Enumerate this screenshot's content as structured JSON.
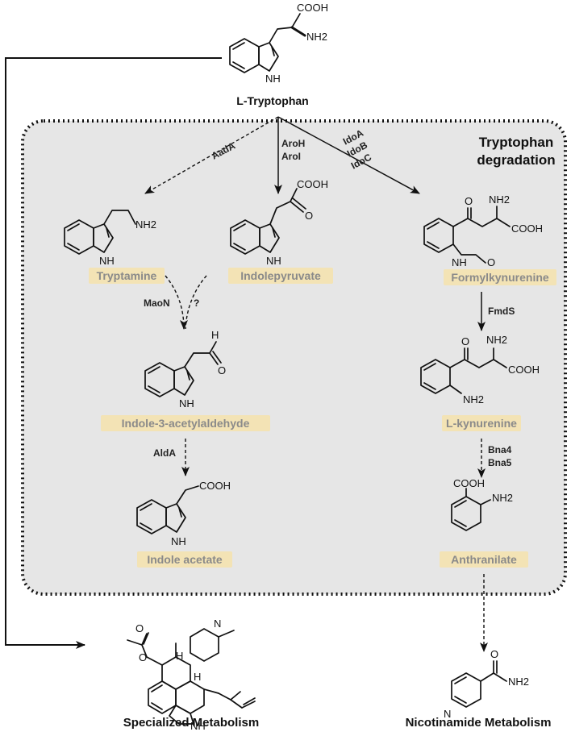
{
  "panel": {
    "title_line1": "Tryptophan",
    "title_line2": "degradation",
    "fill": "#e6e6e6",
    "border": "#111111"
  },
  "compounds": {
    "tryptophan": "L-Tryptophan",
    "tryptamine": "Tryptamine",
    "indolepyruvate": "Indolepyruvate",
    "formylkynurenine": "Formylkynurenine",
    "indole_acetaldehyde": "Indole-3-acetylaldehyde",
    "l_kynurenine": "L-kynurenine",
    "indole_acetate": "Indole acetate",
    "anthranilate": "Anthranilate",
    "label_highlight": "#f3e3b5"
  },
  "enzymes": {
    "aada": "AadA",
    "aroh": "AroH",
    "aroi": "AroI",
    "idoa": "IdoA",
    "idob": "IdoB",
    "idoc": "IdoC",
    "maon": "MaoN",
    "unknown": "?",
    "fmds": "FmdS",
    "alda": "AldA",
    "bna4": "Bna4",
    "bna5": "Bna5"
  },
  "groups": {
    "cooh": "COOH",
    "nh2": "NH2",
    "nh": "NH",
    "h": "H",
    "n": "N",
    "o": "O"
  },
  "outputs": {
    "specialized": "Specialized Metabolism",
    "nicotinamide": "Nicotinamide Metabolism"
  }
}
